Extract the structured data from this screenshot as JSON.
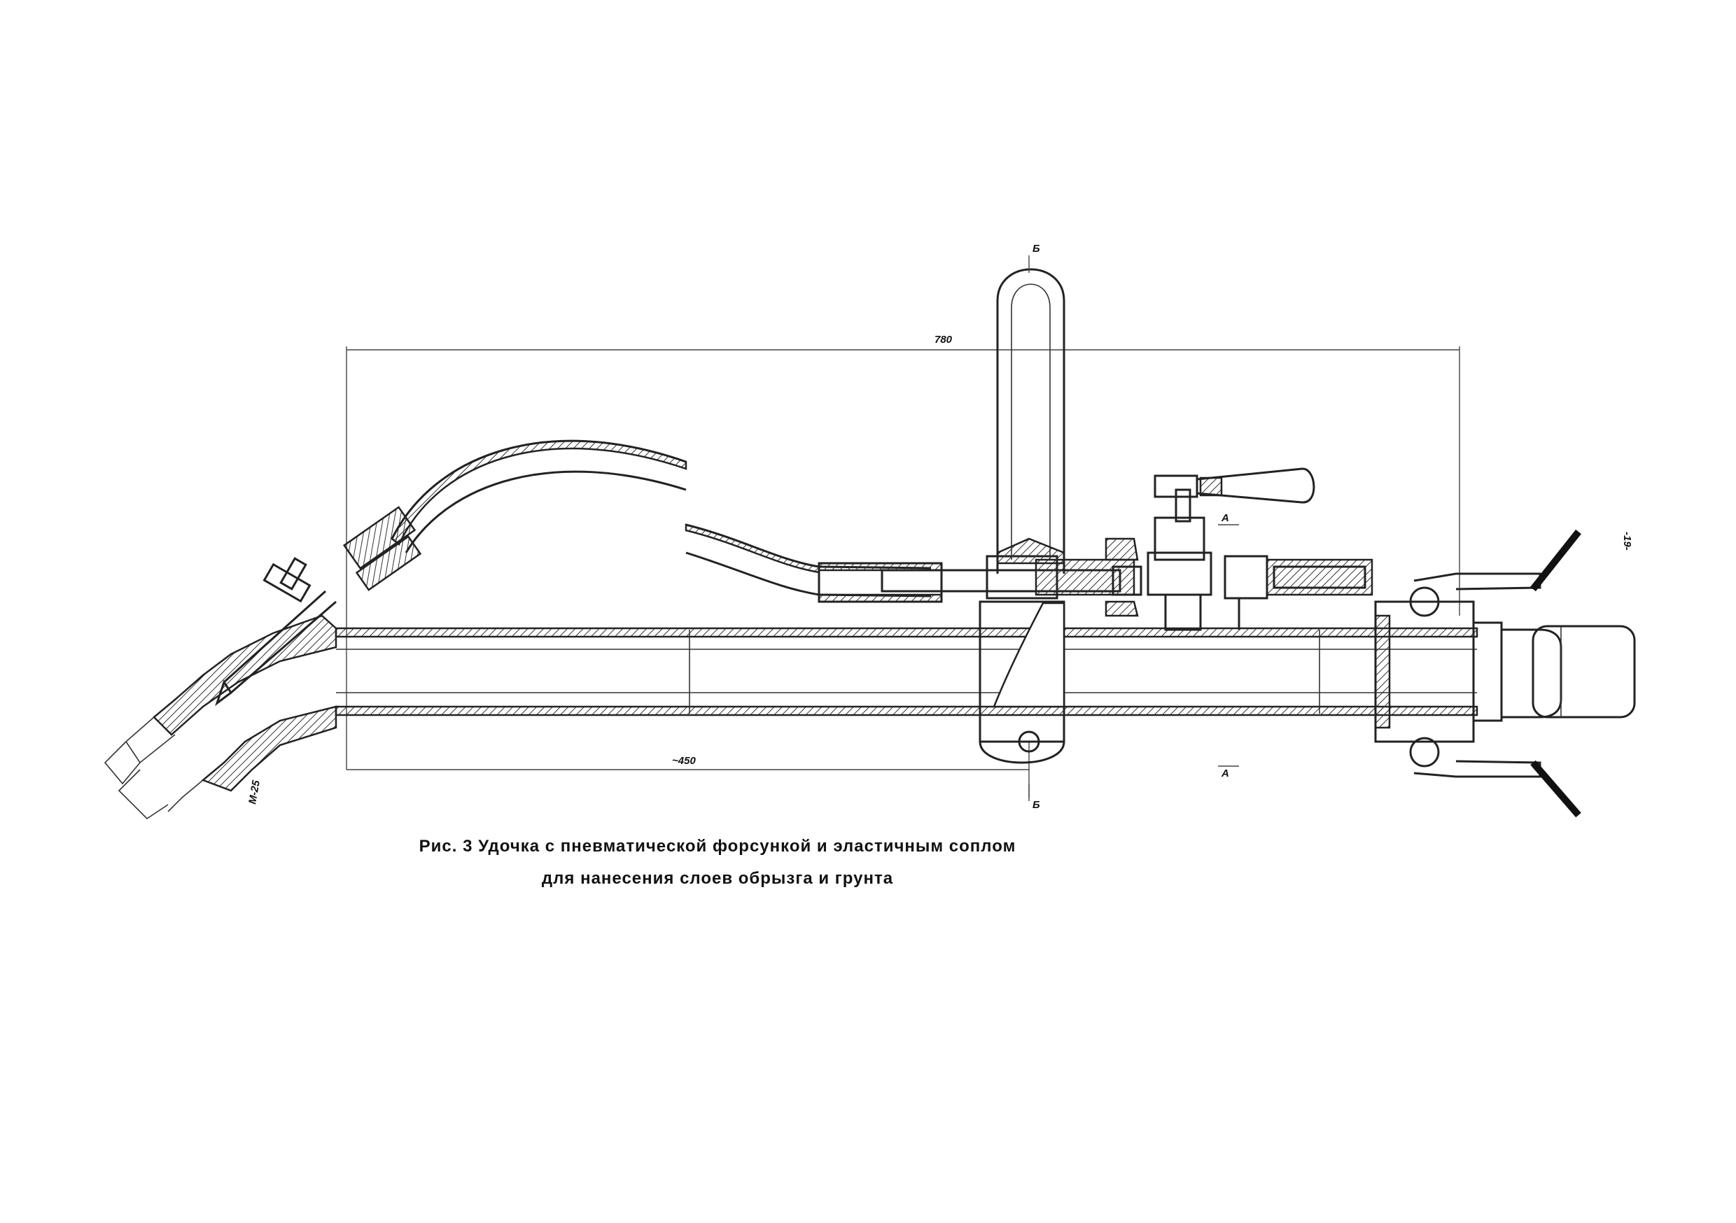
{
  "caption": {
    "line1": "Рис. 3 Удочка с пневматической форсункой и эластичным соплом",
    "line2": "для нанесения слоев обрызга и грунта"
  },
  "dimensions": {
    "overall_length": "780",
    "nozzle_offset": "~450",
    "thread_label": "М-25"
  },
  "section_marks": {
    "a_top": "А",
    "a_bottom": "А",
    "b_top": "Б",
    "b_bottom": "Б",
    "side_mark": "-19-"
  }
}
